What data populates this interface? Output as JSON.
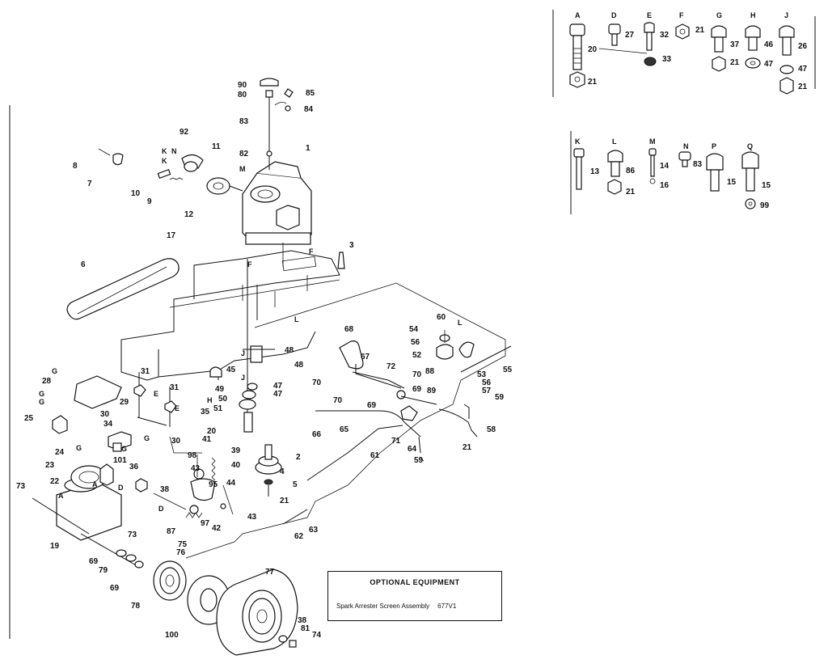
{
  "optional_equipment": {
    "title": "OPTIONAL EQUIPMENT",
    "item": "Spark Arrester Screen Assembly",
    "part_number": "677V1"
  },
  "hardware_letters_row1": [
    "A",
    "D",
    "E",
    "F",
    "G",
    "H",
    "J"
  ],
  "hardware_letters_row2": [
    "K",
    "L",
    "M",
    "N",
    "P",
    "Q"
  ],
  "hardware_numbers": [
    "20",
    "21",
    "27",
    "32",
    "33",
    "21",
    "37",
    "21",
    "46",
    "47",
    "26",
    "47",
    "21",
    "13",
    "86",
    "21",
    "14",
    "16",
    "83",
    "15",
    "15",
    "99"
  ],
  "part_numbers": [
    "90",
    "80",
    "85",
    "84",
    "83",
    "82",
    "1",
    "92",
    "11",
    "8",
    "7",
    "10",
    "9",
    "12",
    "17",
    "3",
    "6",
    "48",
    "48",
    "45",
    "49",
    "47",
    "47",
    "50",
    "51",
    "35",
    "31",
    "31",
    "28",
    "30",
    "29",
    "25",
    "34",
    "20",
    "2",
    "4",
    "5",
    "41",
    "39",
    "40",
    "98",
    "43",
    "44",
    "95",
    "97",
    "42",
    "87",
    "43",
    "21",
    "63",
    "62",
    "61",
    "64",
    "59",
    "66",
    "65",
    "71",
    "69",
    "70",
    "70",
    "70",
    "68",
    "67",
    "72",
    "60",
    "54",
    "56",
    "52",
    "88",
    "53",
    "56",
    "57",
    "59",
    "58",
    "21",
    "55",
    "89",
    "69",
    "24",
    "23",
    "22",
    "36",
    "38",
    "101",
    "73",
    "19",
    "73",
    "75",
    "76",
    "69",
    "79",
    "69",
    "78",
    "100",
    "77",
    "38",
    "81",
    "74",
    "30"
  ],
  "part_letters": [
    "K",
    "N",
    "K",
    "M",
    "J",
    "J",
    "H",
    "E",
    "E",
    "G",
    "G",
    "G",
    "G",
    "G",
    "G",
    "D",
    "D",
    "A",
    "A",
    "F",
    "F",
    "L",
    "L"
  ]
}
